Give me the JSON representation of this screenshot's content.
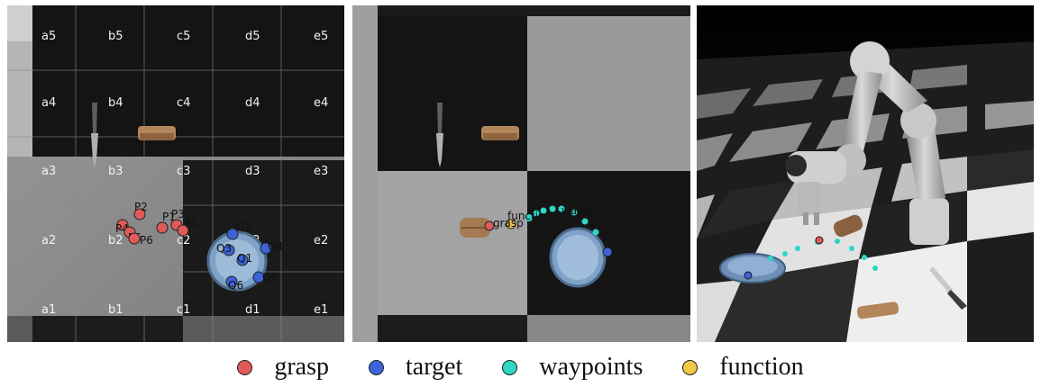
{
  "colors": {
    "grasp": "#e05a5a",
    "target": "#3d63d9",
    "waypoints": "#2ed6c4",
    "function": "#f2c744"
  },
  "grid_labels": [
    [
      "a5",
      "b5",
      "c5",
      "d5",
      "e5"
    ],
    [
      "a4",
      "b4",
      "c4",
      "d4",
      "e4"
    ],
    [
      "a3",
      "b3",
      "c3",
      "d3",
      "e3"
    ],
    [
      "a2",
      "b2",
      "c2",
      "d2",
      "e2"
    ],
    [
      "a1",
      "b1",
      "c1",
      "d1",
      "e1"
    ]
  ],
  "panel1_points": {
    "grasp": [
      "P2",
      "P4",
      "P5",
      "P6",
      "P1",
      "P3",
      "P5"
    ],
    "target": [
      "Q2",
      "Q3",
      "Q1",
      "Q4",
      "Q6",
      "Q5"
    ]
  },
  "panel2_labels": {
    "grasp": "grasp",
    "function": "function",
    "waypoints": "waypoint-0",
    "waypoint_last": "waypoint-1",
    "target": "target"
  },
  "legend": [
    {
      "key": "grasp",
      "label": "grasp",
      "icon": "red-dot-icon"
    },
    {
      "key": "target",
      "label": "target",
      "icon": "blue-dot-icon"
    },
    {
      "key": "waypoints",
      "label": "waypoints",
      "icon": "teal-dot-icon"
    },
    {
      "key": "function",
      "label": "function",
      "icon": "yellow-dot-icon"
    }
  ]
}
